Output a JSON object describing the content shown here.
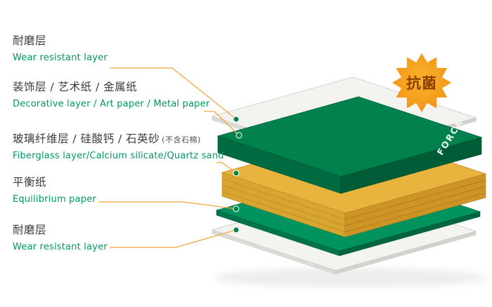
{
  "diagram": {
    "layers": [
      {
        "zh": "耐磨层",
        "en": "Wear resistant layer"
      },
      {
        "zh": "装饰层 / 艺术纸 / 金属纸",
        "en": "Decorative layer / Art paper / Metal paper"
      },
      {
        "zh": "玻璃纤维层 / 硅酸钙 / 石英砂",
        "note": "(不含石棉)",
        "en": "Fiberglass layer/Calcium silicate/Quartz sand"
      },
      {
        "zh": "平衡纸",
        "en": "Equilibrium paper"
      },
      {
        "zh": "耐磨层",
        "en": "Wear resistant layer"
      }
    ],
    "badge": {
      "text": "抗菌"
    },
    "brand": {
      "text": "FORCA"
    },
    "colors": {
      "green": "#00814E",
      "green_dark": "#006B40",
      "green_side": "#005C37",
      "yellow": "#E9B43E",
      "yellow_side": "#D09B2B",
      "white_sheet": "#F3F3EF",
      "english_label": "#009763",
      "leader": "#F2A83C",
      "badge_fill": "#F49A1C",
      "badge_text": "#8B3E00"
    }
  }
}
